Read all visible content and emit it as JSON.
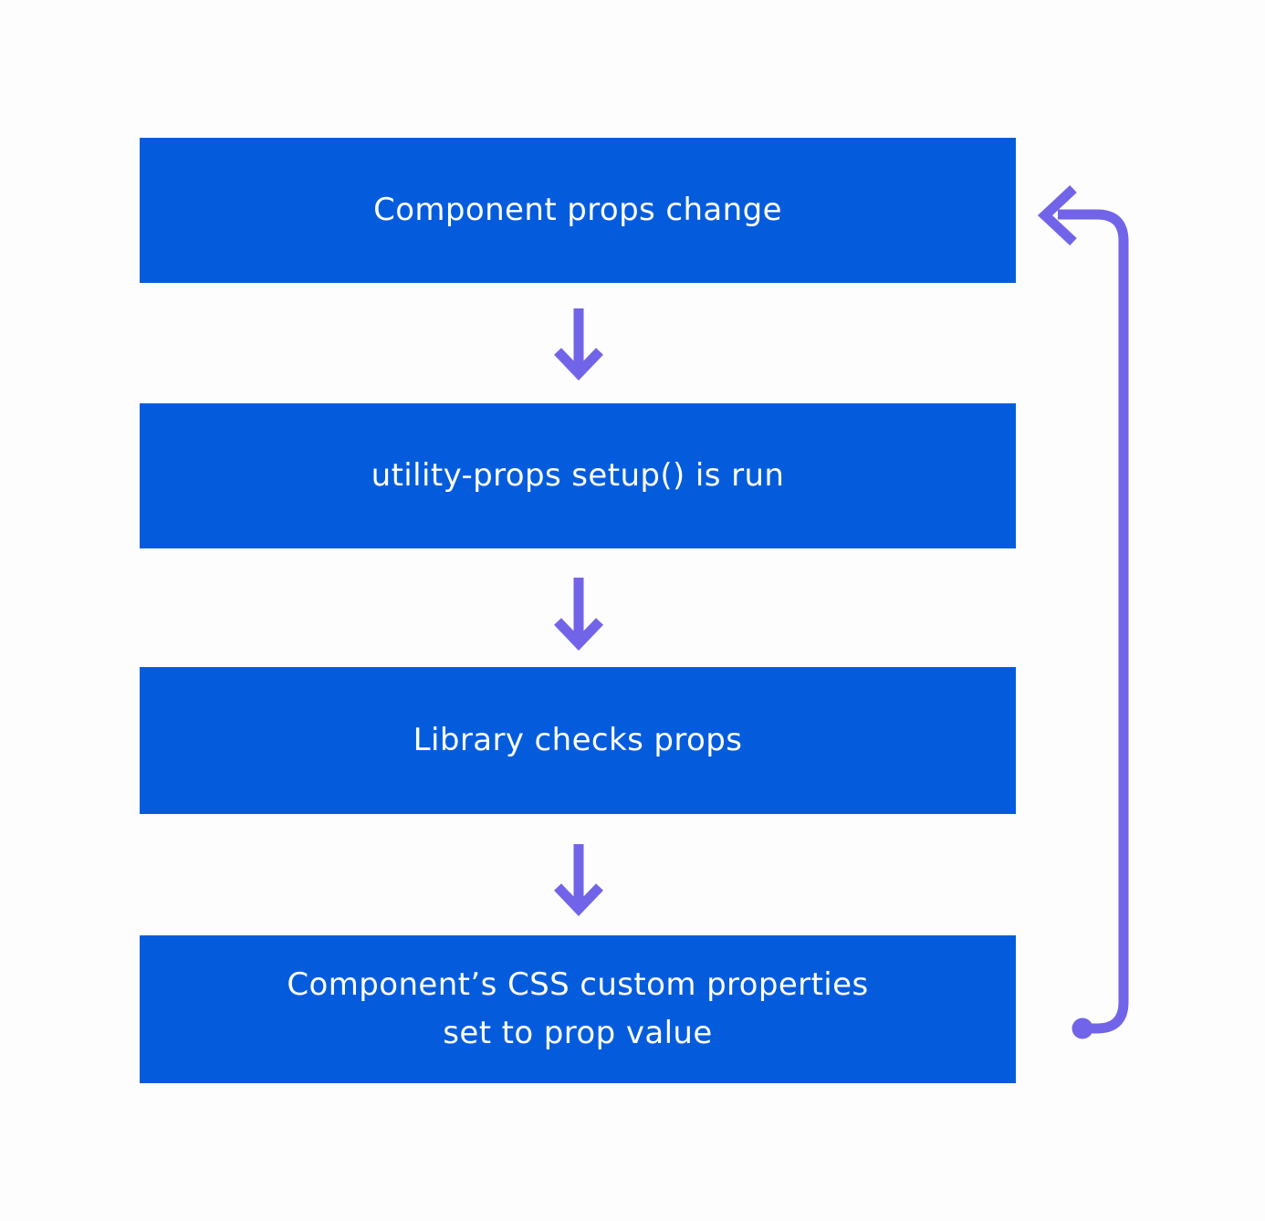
{
  "diagram": {
    "name": "utility-props data flow",
    "background": "#fdfdfd",
    "colors": {
      "node_fill": "#045cdc",
      "node_text": "#ffffff",
      "arrow": "#7264e8"
    },
    "nodes": [
      {
        "id": "node-1",
        "label": "Component props change"
      },
      {
        "id": "node-2",
        "label": "utility-props setup() is run"
      },
      {
        "id": "node-3",
        "label": "Library checks props"
      },
      {
        "id": "node-4",
        "label": "Component’s CSS custom properties\nset to prop value"
      }
    ],
    "edges": [
      {
        "from": "node-1",
        "to": "node-2",
        "type": "arrow-down"
      },
      {
        "from": "node-2",
        "to": "node-3",
        "type": "arrow-down"
      },
      {
        "from": "node-3",
        "to": "node-4",
        "type": "arrow-down"
      },
      {
        "from": "node-4",
        "to": "node-1",
        "type": "loop-back-right"
      }
    ]
  }
}
